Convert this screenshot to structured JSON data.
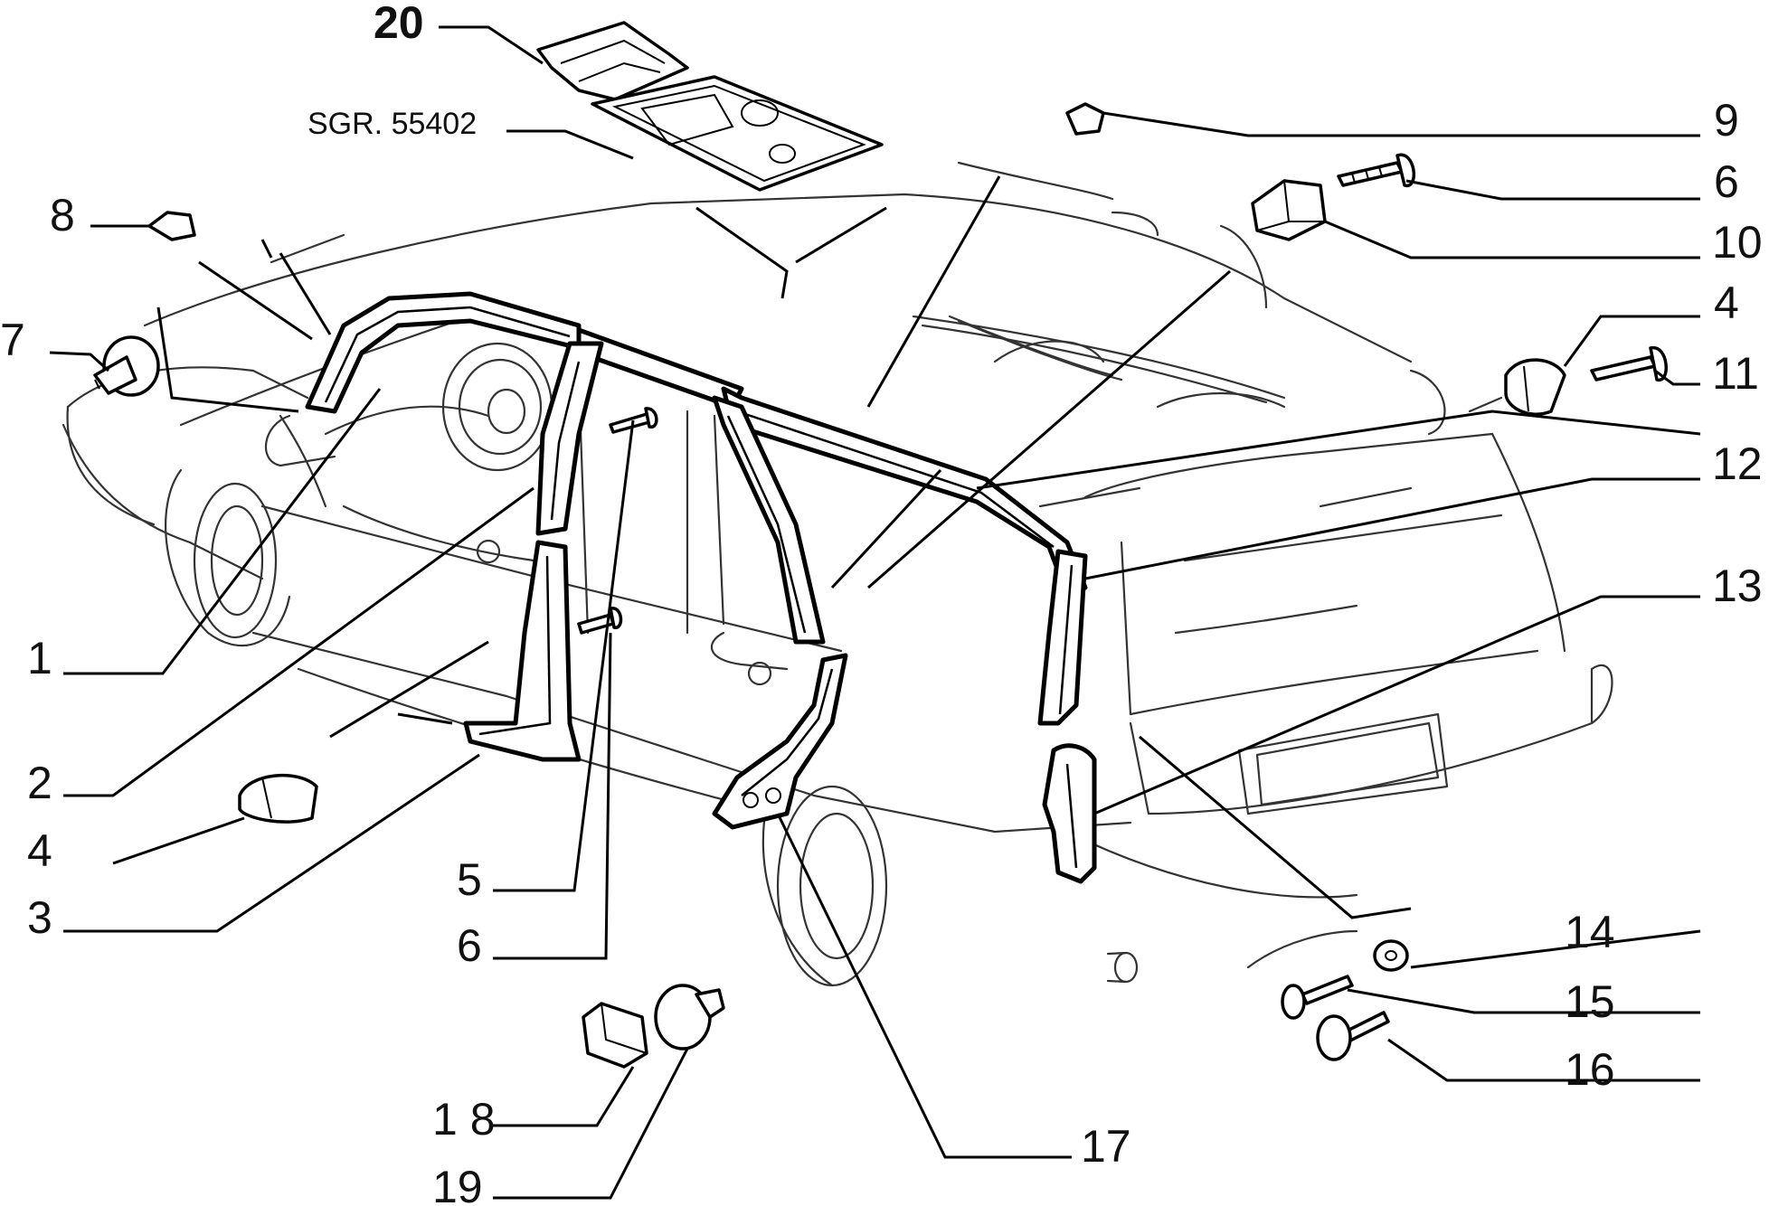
{
  "callouts": [
    {
      "id": "20",
      "text": "20",
      "bold": true
    },
    {
      "id": "sgr",
      "text": "SGR. 55402"
    },
    {
      "id": "9",
      "text": "9"
    },
    {
      "id": "6a",
      "text": "6"
    },
    {
      "id": "10",
      "text": "10"
    },
    {
      "id": "8",
      "text": "8"
    },
    {
      "id": "7",
      "text": "7"
    },
    {
      "id": "4a",
      "text": "4"
    },
    {
      "id": "11",
      "text": "11"
    },
    {
      "id": "12",
      "text": "12"
    },
    {
      "id": "13",
      "text": "13"
    },
    {
      "id": "1",
      "text": "1"
    },
    {
      "id": "2",
      "text": "2"
    },
    {
      "id": "4b",
      "text": "4"
    },
    {
      "id": "3",
      "text": "3"
    },
    {
      "id": "5",
      "text": "5"
    },
    {
      "id": "6b",
      "text": "6"
    },
    {
      "id": "14",
      "text": "14"
    },
    {
      "id": "15",
      "text": "15"
    },
    {
      "id": "16",
      "text": "16"
    },
    {
      "id": "17",
      "text": "17"
    },
    {
      "id": "18",
      "text": "1 8"
    },
    {
      "id": "19",
      "text": "19"
    }
  ]
}
